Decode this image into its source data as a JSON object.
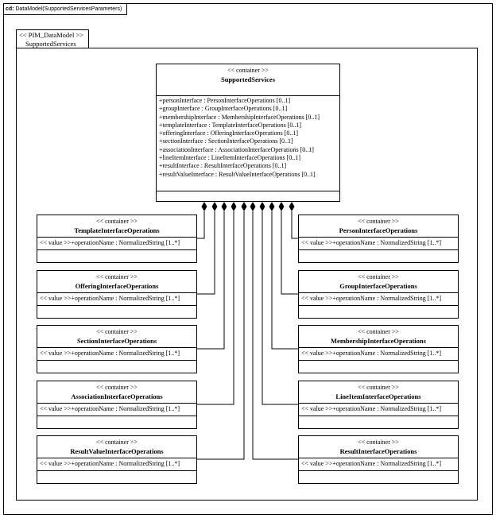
{
  "frame": {
    "prefix": "cd:",
    "title": "DataModel(SupportedServicesParameters)"
  },
  "package": {
    "stereotype": "<< PIM_DataModel >>",
    "name": "SupportedServices"
  },
  "main": {
    "stereotype": "<< container >>",
    "name": "SupportedServices",
    "attributes": [
      "+personInterface : PersonInterfaceOperations  [0..1]",
      "+groupInterface : GroupInterfaceOperations  [0..1]",
      "+membershipInterface  : MembershipInterfaceOperations  [0..1]",
      "+templateInterface  : TemplateInterfaceOperations  [0..1]",
      "+offeringInterface  : OfferingInterfaceOperations  [0..1]",
      "+sectionInterface  : SectionInterfaceOperations  [0..1]",
      "+associationInterface  : AssociationInterfaceOperations  [0..1]",
      "+lineItemInterface  : LineItemInterfaceOperations  [0..1]",
      "+resultInterface  : ResultInterfaceOperations  [0..1]",
      "+resultValueInterface  : ResultValueInterfaceOperations  [0..1]"
    ]
  },
  "classes": [
    {
      "stereotype": "<< container >>",
      "name": "TemplateInterfaceOperations",
      "attribute": "<< value >>+operationName : NormalizedString  [1..*]"
    },
    {
      "stereotype": "<< container >>",
      "name": "OfferingInterfaceOperations",
      "attribute": "<< value >>+operationName : NormalizedString  [1..*]"
    },
    {
      "stereotype": "<< container >>",
      "name": "SectionInterfaceOperations",
      "attribute": "<< value >>+operationName : NormalizedString  [1..*]"
    },
    {
      "stereotype": "<< container >>",
      "name": "AssociationInterfaceOperations",
      "attribute": "<< value >>+operationName : NormalizedString  [1..*]"
    },
    {
      "stereotype": "<< container >>",
      "name": "ResultValueInterfaceOperations",
      "attribute": "<< value >>+operationName : NormalizedString  [1..*]"
    },
    {
      "stereotype": "<< container >>",
      "name": "PersonInterfaceOperations",
      "attribute": "<< value >>+operationName : NormalizedString  [1..*]"
    },
    {
      "stereotype": "<< container >>",
      "name": "GroupInterfaceOperations",
      "attribute": "<< value >>+operationName : NormalizedString  [1..*]"
    },
    {
      "stereotype": "<< container >>",
      "name": "MembershipInterfaceOperations",
      "attribute": "<< value >>+operationName : NormalizedString  [1..*]"
    },
    {
      "stereotype": "<< container >>",
      "name": "LineItemInterfaceOperations",
      "attribute": "<< value >>+operationName : NormalizedString  [1..*]"
    },
    {
      "stereotype": "<< container >>",
      "name": "ResultInterfaceOperations",
      "attribute": "<< value >>+operationName : NormalizedString  [1..*]"
    }
  ]
}
